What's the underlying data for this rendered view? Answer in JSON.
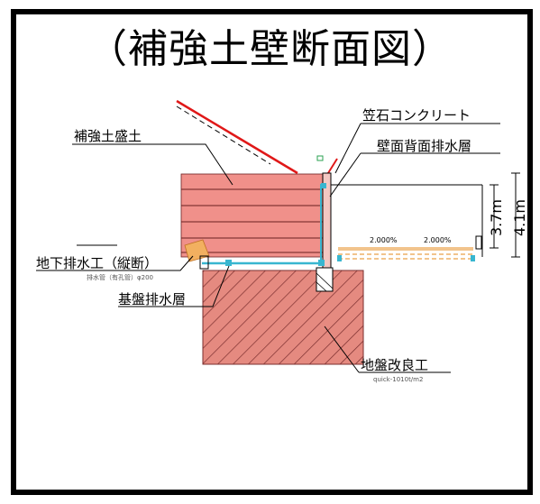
{
  "title": "（補強土壁断面図）",
  "labels": {
    "reinforced_fill": "補強土盛土",
    "coping_concrete": "笠石コンクリート",
    "wall_back_drain": "壁面背面排水層",
    "underground_drain": "地下排水工（縦断）",
    "drain_pipe_note": "排水管（有孔管）φ200",
    "foundation_drain": "基盤排水層",
    "ground_improvement": "地盤改良工",
    "improvement_note": "quick-1010t/m2"
  },
  "dimensions": {
    "height_a": "3.7m",
    "height_b": "4.1m"
  },
  "slopes": {
    "left": "2.000%",
    "right": "2.000%"
  },
  "colors": {
    "fill": "#f0908a",
    "fill_line": "#6a2020",
    "ground": "#e58a80",
    "hatch": "#7a2e2e",
    "drain": "#38b6d0",
    "slope_red": "#e01818",
    "road": "#f2c48c",
    "frame": "#000000"
  }
}
